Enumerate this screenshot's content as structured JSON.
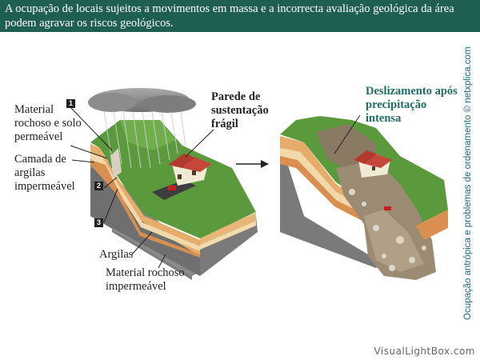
{
  "header": {
    "text": "A ocupação de locais sujeitos a movimentos em massa e a incorrecta avaliação geológica da área podem agravar os riscos geológicos."
  },
  "labels": {
    "material_rochoso_solo": "Material rochoso e solo permeável",
    "camada_argilas": "Camada de argilas impermeável",
    "parede": "Parede de sustentação frágil",
    "argilas": "Argilas",
    "material_impermeavel": "Material rochoso impermeável",
    "deslizamento": "Deslizamento após precipitação intensa"
  },
  "markers": [
    "1",
    "2",
    "3"
  ],
  "side_caption": "Ocupação antrópica e problemas de ordenamento © netxplica.com",
  "footer": "VisualLightBox.com",
  "colors": {
    "header_bg": "#1f5f52",
    "accent_text": "#1f6d63",
    "side_text": "#1a6a76"
  }
}
